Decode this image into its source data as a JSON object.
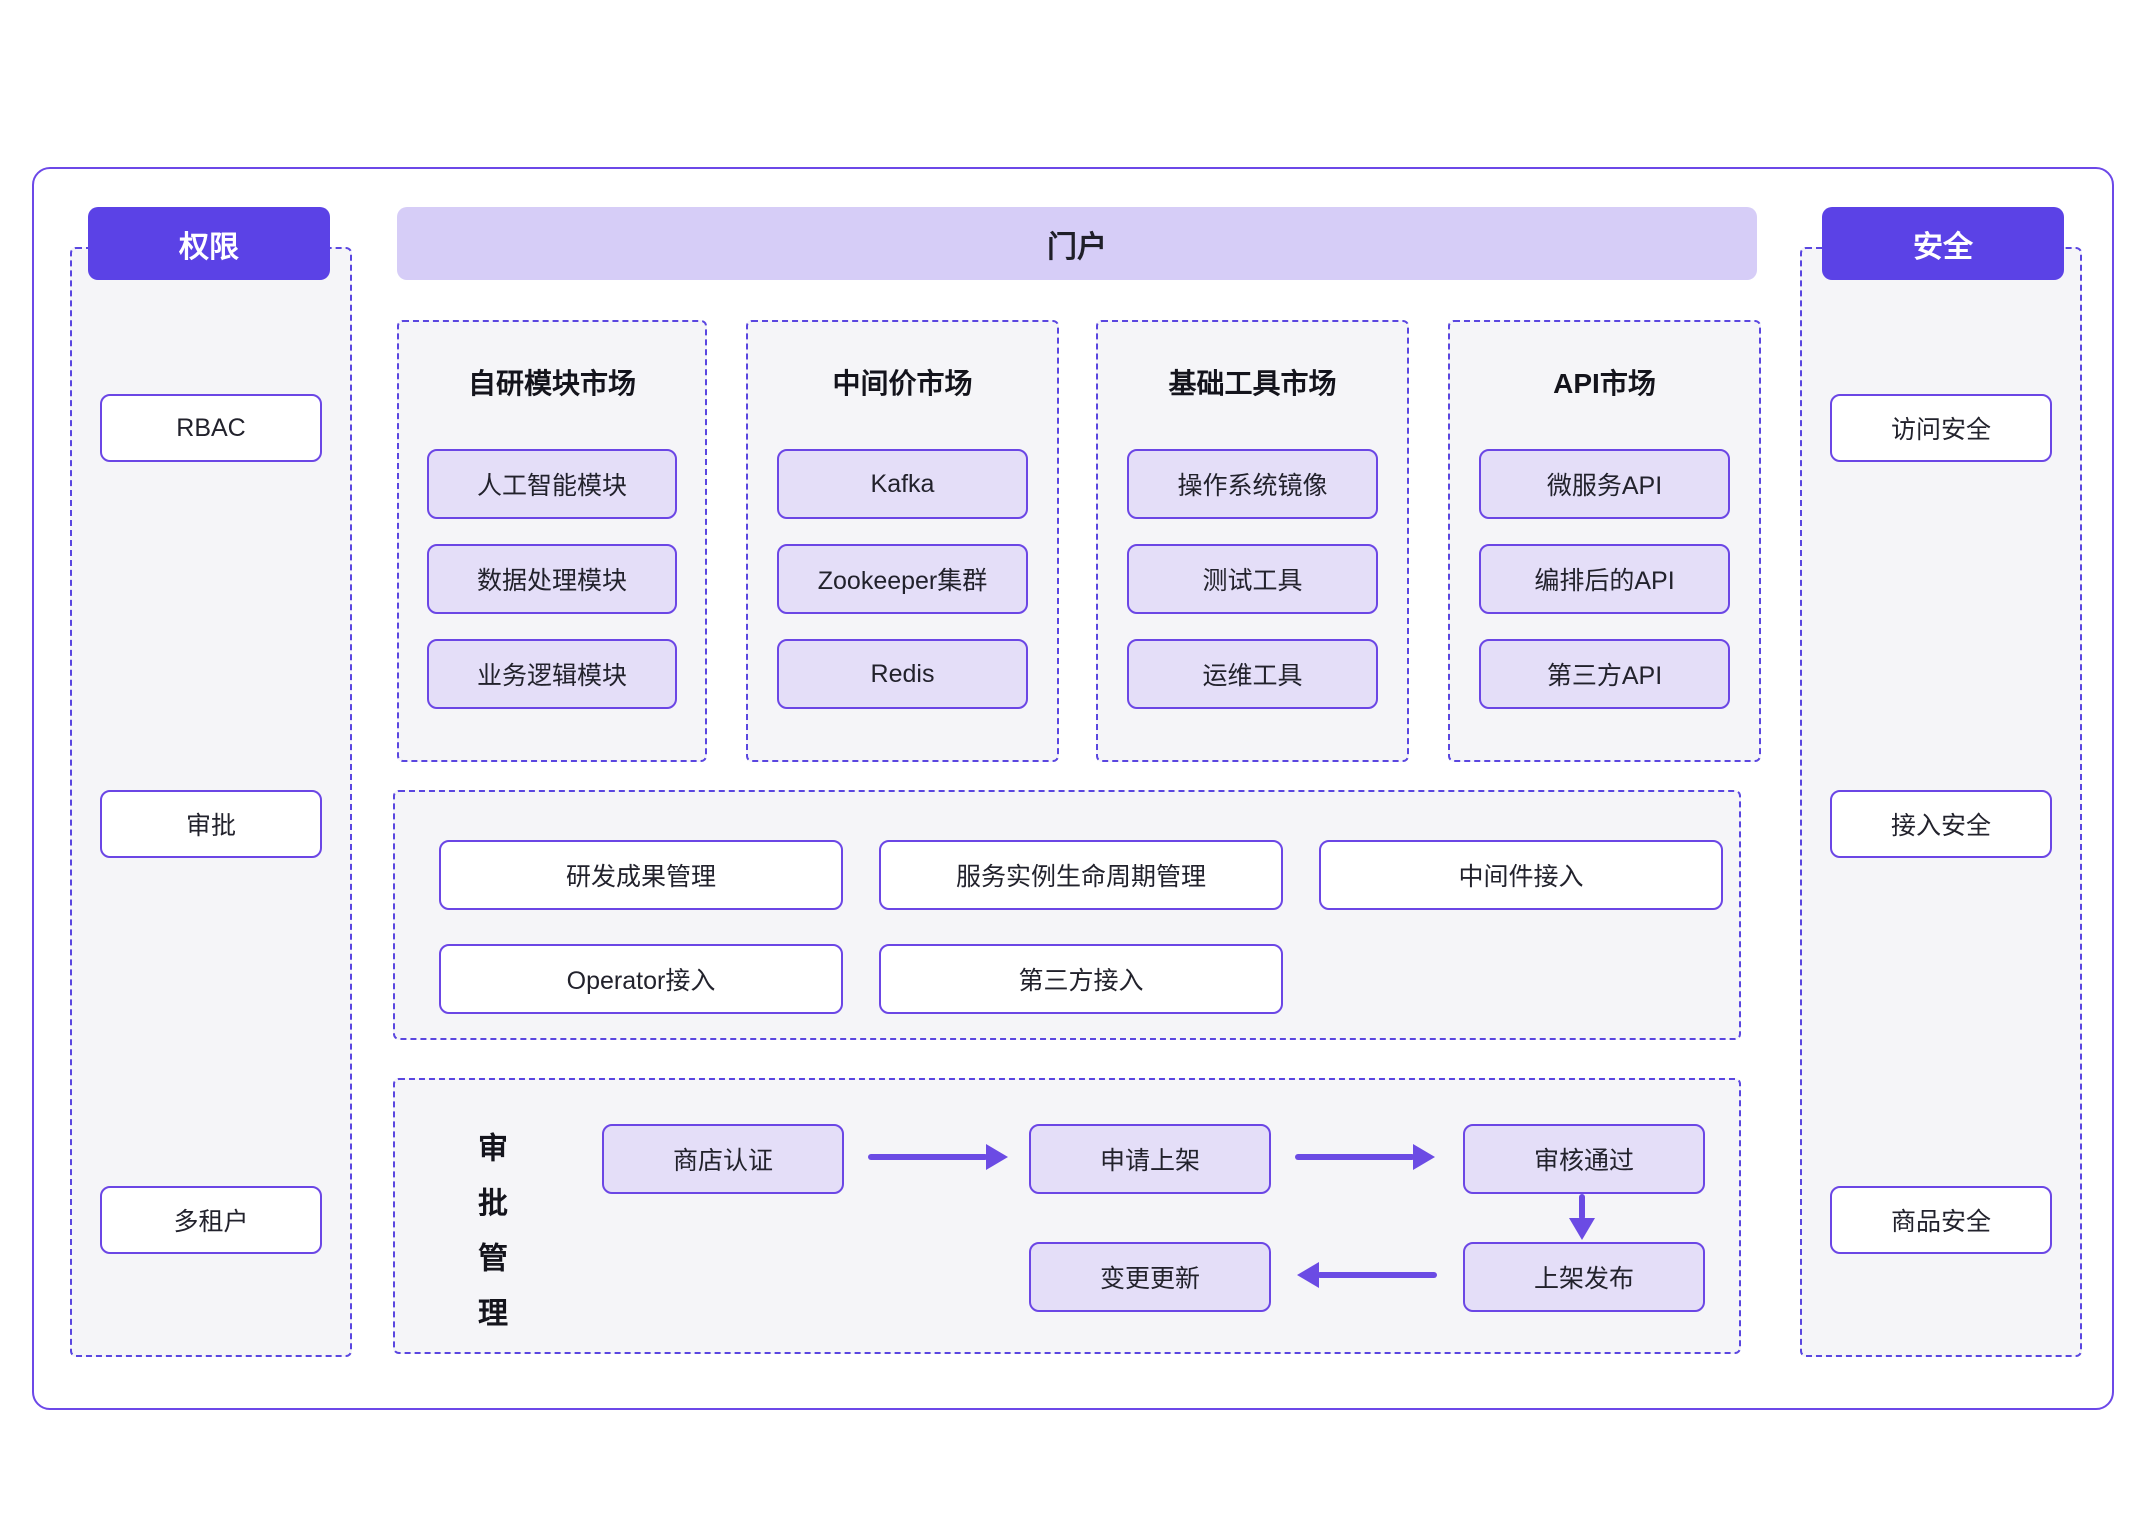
{
  "colors": {
    "accent_purple": "#5b42e6",
    "border_purple": "#6b46e5",
    "arrow_purple": "#6b4be4",
    "banner_lavender": "#d6cdf7",
    "item_lavender": "#e4def8",
    "panel_gray": "#f5f5f8"
  },
  "permissions": {
    "title": "权限",
    "items": [
      "RBAC",
      "审批",
      "多租户"
    ]
  },
  "security": {
    "title": "安全",
    "items": [
      "访问安全",
      "接入安全",
      "商品安全"
    ]
  },
  "portal": {
    "title": "门户",
    "markets": [
      {
        "title": "自研模块市场",
        "items": [
          "人工智能模块",
          "数据处理模块",
          "业务逻辑模块"
        ]
      },
      {
        "title": "中间价市场",
        "items": [
          "Kafka",
          "Zookeeper集群",
          "Redis"
        ]
      },
      {
        "title": "基础工具市场",
        "items": [
          "操作系统镜像",
          "测试工具",
          "运维工具"
        ]
      },
      {
        "title": "API市场",
        "items": [
          "微服务API",
          "编排后的API",
          "第三方API"
        ]
      }
    ],
    "management": {
      "row1": [
        "研发成果管理",
        "服务实例生命周期管理",
        "中间件接入"
      ],
      "row2": [
        "Operator接入",
        "第三方接入"
      ]
    },
    "approval": {
      "label": "审批管理",
      "steps": [
        "商店认证",
        "申请上架",
        "审核通过",
        "上架发布",
        "变更更新"
      ]
    }
  }
}
